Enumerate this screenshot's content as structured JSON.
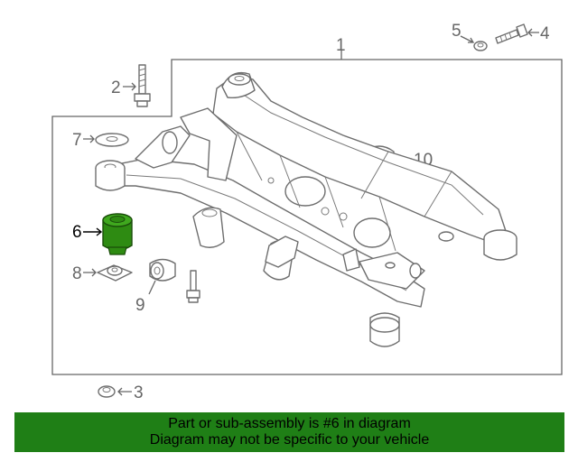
{
  "callouts": {
    "c1": "1",
    "c2": "2",
    "c3": "3",
    "c4": "4",
    "c5": "5",
    "c6": "6",
    "c7": "7",
    "c8": "8",
    "c9": "9",
    "c10": "10"
  },
  "highlight": {
    "part_number": "6",
    "color": "#2e8b12"
  },
  "banner": {
    "line1": "Part or sub-assembly is #6 in diagram",
    "line2": "Diagram may not be specific to your vehicle",
    "background": "#1f7f16"
  }
}
